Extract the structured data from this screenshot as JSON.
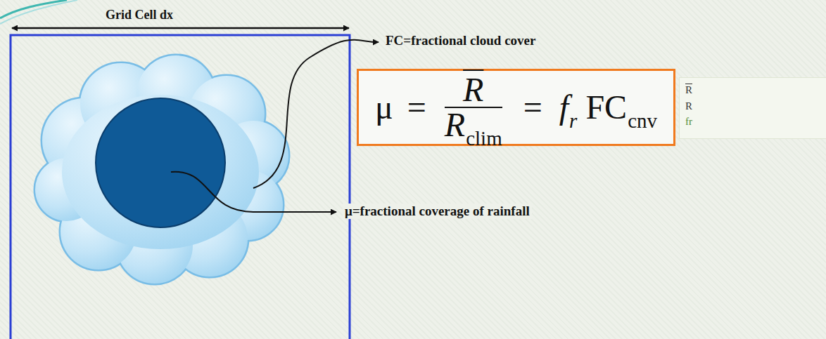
{
  "diagram": {
    "nodes": [
      {
        "text": [
          "μ",
          "=",
          "R",
          "R",
          "clim",
          "=",
          "f",
          "r",
          "FC",
          "cnv"
        ]
      },
      {
        "text": [
          "R",
          "R",
          "fr"
        ]
      }
    ],
    "labels": [
      "Grid Cell dx",
      "FC=fractional cloud cover",
      "μ=fractional coverage of rainfall"
    ]
  }
}
